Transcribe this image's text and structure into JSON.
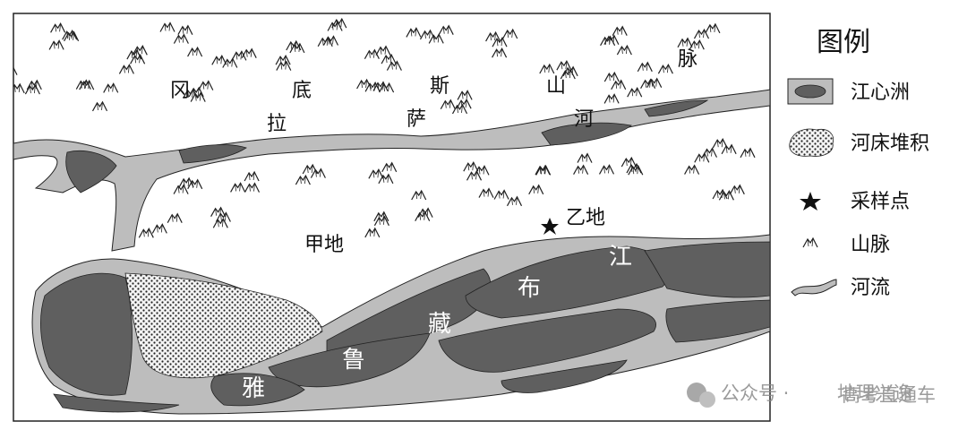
{
  "map": {
    "labels": {
      "gangdise_1": "冈",
      "gangdise_2": "底",
      "gangdise_3": "斯",
      "gangdise_4": "山",
      "gangdise_5": "脉",
      "lasa_1": "拉",
      "lasa_2": "萨",
      "lasa_3": "河",
      "jia": "甲地",
      "yi": "乙地",
      "yarlung_1": "雅",
      "yarlung_2": "鲁",
      "yarlung_3": "藏",
      "yarlung_4": "布",
      "yarlung_5": "江"
    },
    "colors": {
      "island": "#5f5f5f",
      "river": "#bdbdbd",
      "outline": "#222222"
    }
  },
  "legend": {
    "title": "图例",
    "items": [
      {
        "icon": "island-swatch",
        "label": "江心洲"
      },
      {
        "icon": "sediment-swatch",
        "label": "河床堆积"
      },
      {
        "icon": "star-icon",
        "label": "采样点"
      },
      {
        "icon": "mountain-icon",
        "label": "山脉"
      },
      {
        "icon": "river-swatch",
        "label": "河流"
      }
    ]
  },
  "watermark": {
    "prefix": "公众号 ·",
    "text_a": "地理兴逸",
    "text_b": "高考直通车"
  }
}
